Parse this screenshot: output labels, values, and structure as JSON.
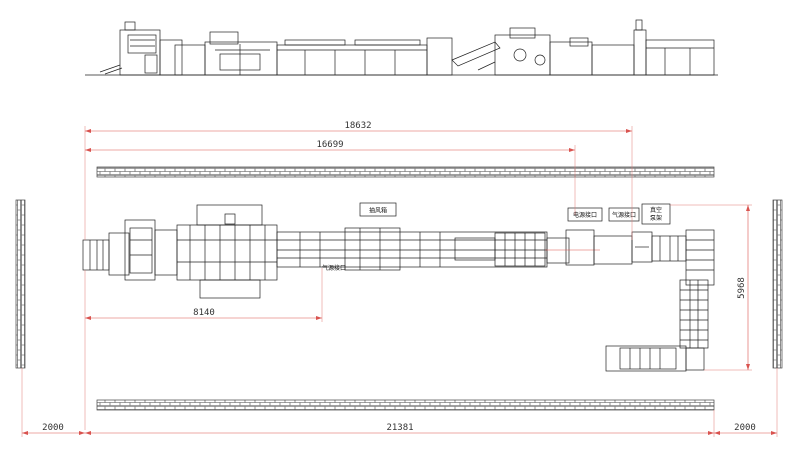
{
  "dimensions": {
    "overall_length": "18632",
    "to_cooling": "16699",
    "first_section": "8140",
    "right_height": "5968",
    "base_length": "21381",
    "left_clearance": "2000",
    "right_clearance": "2000"
  },
  "labels": {
    "duct": "抽风箱",
    "power_port": "电源接口",
    "air_port_right": "气源接口",
    "air_port_left": "气源接口",
    "vacuum_frame_line1": "真空",
    "vacuum_frame_line2": "泵架"
  },
  "colors": {
    "line": "#222222",
    "dimension": "#d9534f",
    "wall": "#555555"
  }
}
